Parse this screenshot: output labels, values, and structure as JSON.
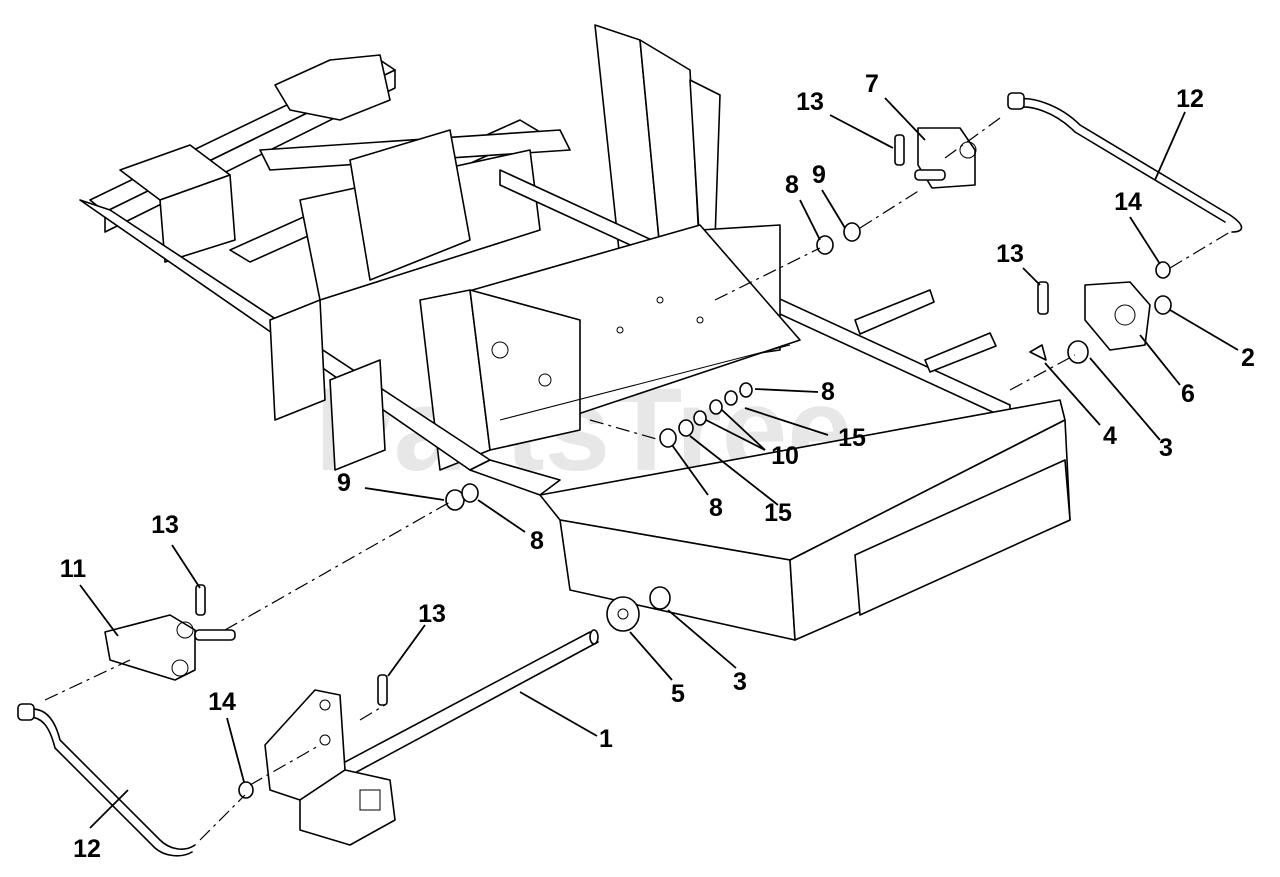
{
  "watermark": "PartsTree",
  "callouts": [
    {
      "id": "c13a",
      "text": "13"
    },
    {
      "id": "c7",
      "text": "7"
    },
    {
      "id": "c12a",
      "text": "12"
    },
    {
      "id": "c8a",
      "text": "8"
    },
    {
      "id": "c9a",
      "text": "9"
    },
    {
      "id": "c14a",
      "text": "14"
    },
    {
      "id": "c13b",
      "text": "13"
    },
    {
      "id": "c2",
      "text": "2"
    },
    {
      "id": "c6",
      "text": "6"
    },
    {
      "id": "c8b",
      "text": "8"
    },
    {
      "id": "c15a",
      "text": "15"
    },
    {
      "id": "c4",
      "text": "4"
    },
    {
      "id": "c3a",
      "text": "3"
    },
    {
      "id": "c10",
      "text": "10"
    },
    {
      "id": "c9b",
      "text": "9"
    },
    {
      "id": "c8c",
      "text": "8"
    },
    {
      "id": "c15b",
      "text": "15"
    },
    {
      "id": "c8d",
      "text": "8"
    },
    {
      "id": "c13c",
      "text": "13"
    },
    {
      "id": "c11",
      "text": "11"
    },
    {
      "id": "c13d",
      "text": "13"
    },
    {
      "id": "c5",
      "text": "5"
    },
    {
      "id": "c3b",
      "text": "3"
    },
    {
      "id": "c1",
      "text": "1"
    },
    {
      "id": "c14b",
      "text": "14"
    },
    {
      "id": "c12b",
      "text": "12"
    }
  ]
}
